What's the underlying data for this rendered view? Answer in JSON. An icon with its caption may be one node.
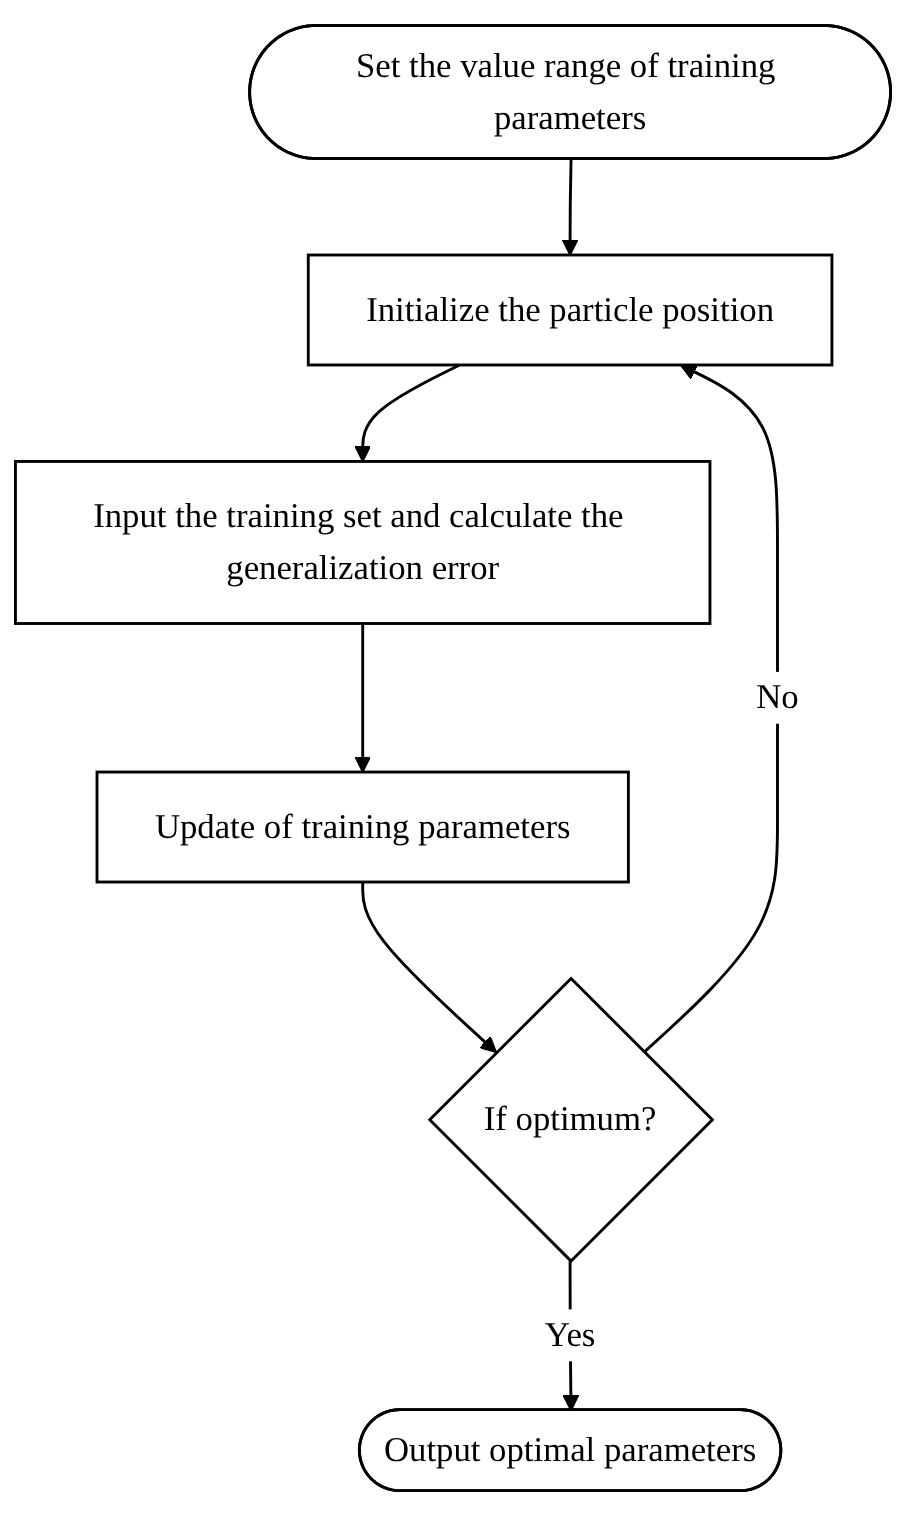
{
  "diagram": {
    "nodes": [
      {
        "text": [
          "Set the value range of training parameters"
        ]
      },
      {
        "text": [
          "Initialize the particle position"
        ]
      },
      {
        "text": [
          "Input the training set and calculate the generalization error"
        ]
      },
      {
        "text": [
          "Update of training parameters"
        ]
      },
      {
        "text": [
          "If optimum?"
        ]
      },
      {
        "text": [
          "Output optimal parameters"
        ]
      }
    ],
    "edges": [
      {
        "from": 0,
        "to": 1,
        "arrow": "to"
      },
      {
        "from": 1,
        "to": 2,
        "arrow": "to"
      },
      {
        "from": 2,
        "to": 3,
        "arrow": "to"
      },
      {
        "from": 3,
        "to": 4,
        "arrow": "to"
      },
      {
        "from": 4,
        "to": 1,
        "arrow": "to",
        "label": "No"
      },
      {
        "from": 4,
        "to": 5,
        "arrow": "to",
        "label": "Yes"
      }
    ]
  }
}
